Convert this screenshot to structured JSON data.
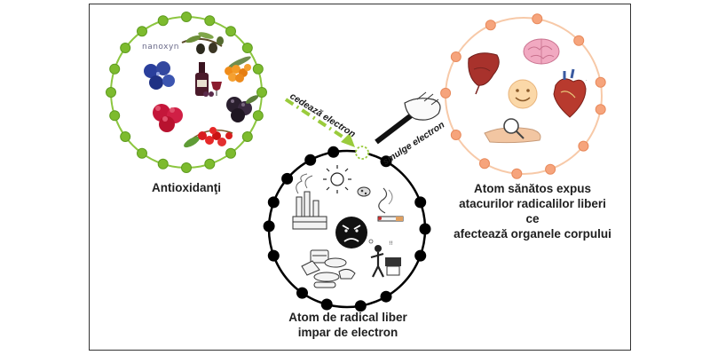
{
  "brand": {
    "text": "nanoxyn"
  },
  "arrows": {
    "donate": "cedează electron",
    "steal": "smulge electron"
  },
  "labels": {
    "antioxidants": "Antioxidanţi",
    "free_radical": [
      "Atom de radical liber",
      "impar de electron"
    ],
    "healthy_atom": [
      "Atom sănătos expus",
      "atacurilor radicalilor liberi ce",
      "afectează organele corpului"
    ]
  },
  "colors": {
    "antioxidant_ring": "#8cc63f",
    "antioxidant_dot": "#7dbb2e",
    "radical_ring": "#000000",
    "healthy_ring": "#f7c9a8",
    "healthy_dot": "#f6a47c",
    "donate_arrow": "#9acb3c"
  },
  "icons": [
    "olive-branch-icon",
    "blueberries-icon",
    "wine-bottle-icon",
    "sea-buckthorn-icon",
    "raspberries-icon",
    "blackberries-icon",
    "red-currants-icon",
    "sun-icon",
    "bacteria-icon",
    "smoking-icon",
    "factory-icon",
    "angry-face-icon",
    "junk-food-icon",
    "stressed-worker-icon",
    "liver-icon",
    "brain-icon",
    "smiley-face-icon",
    "heart-icon",
    "magnifier-skin-icon",
    "gloved-hand-icon"
  ]
}
